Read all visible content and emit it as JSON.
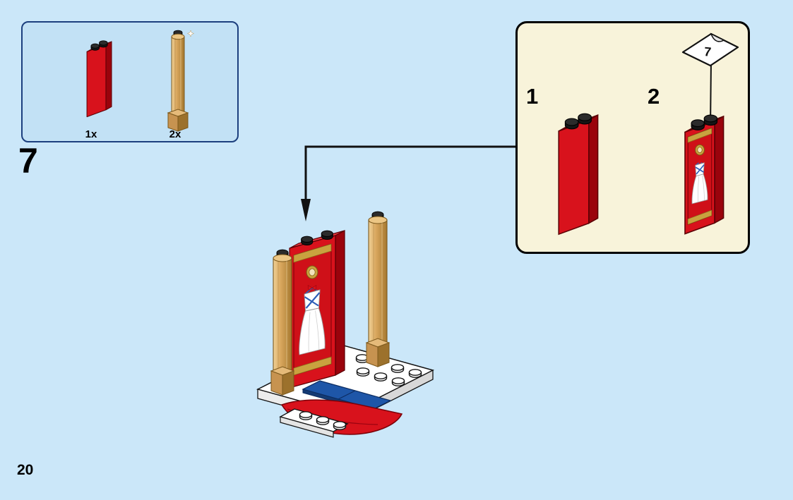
{
  "page": {
    "step_number": "7",
    "page_number": "20"
  },
  "parts_box": {
    "items": [
      {
        "part": "brick-1x2x5-red",
        "count": "1x"
      },
      {
        "part": "support-column-2x2x10-pearl-gold",
        "count": "2x"
      }
    ]
  },
  "callout": {
    "sub_steps": [
      {
        "number": "1",
        "part": "brick-1x2x5-red"
      },
      {
        "number": "2",
        "part": "brick-1x2x5-red-with-dress-sticker"
      }
    ],
    "sticker_number": "7"
  },
  "colors": {
    "page_background": "#cbe7f9",
    "parts_box_background": "#c2e1f5",
    "parts_box_border": "#1c3f7e",
    "callout_background": "#f8f3da",
    "callout_border": "#000000",
    "brick_red": "#d8121c",
    "column_pearl_gold": "#d9a75e",
    "tile_blue": "#1e56a8",
    "sticker_gold_trim": "#c9a23f"
  }
}
